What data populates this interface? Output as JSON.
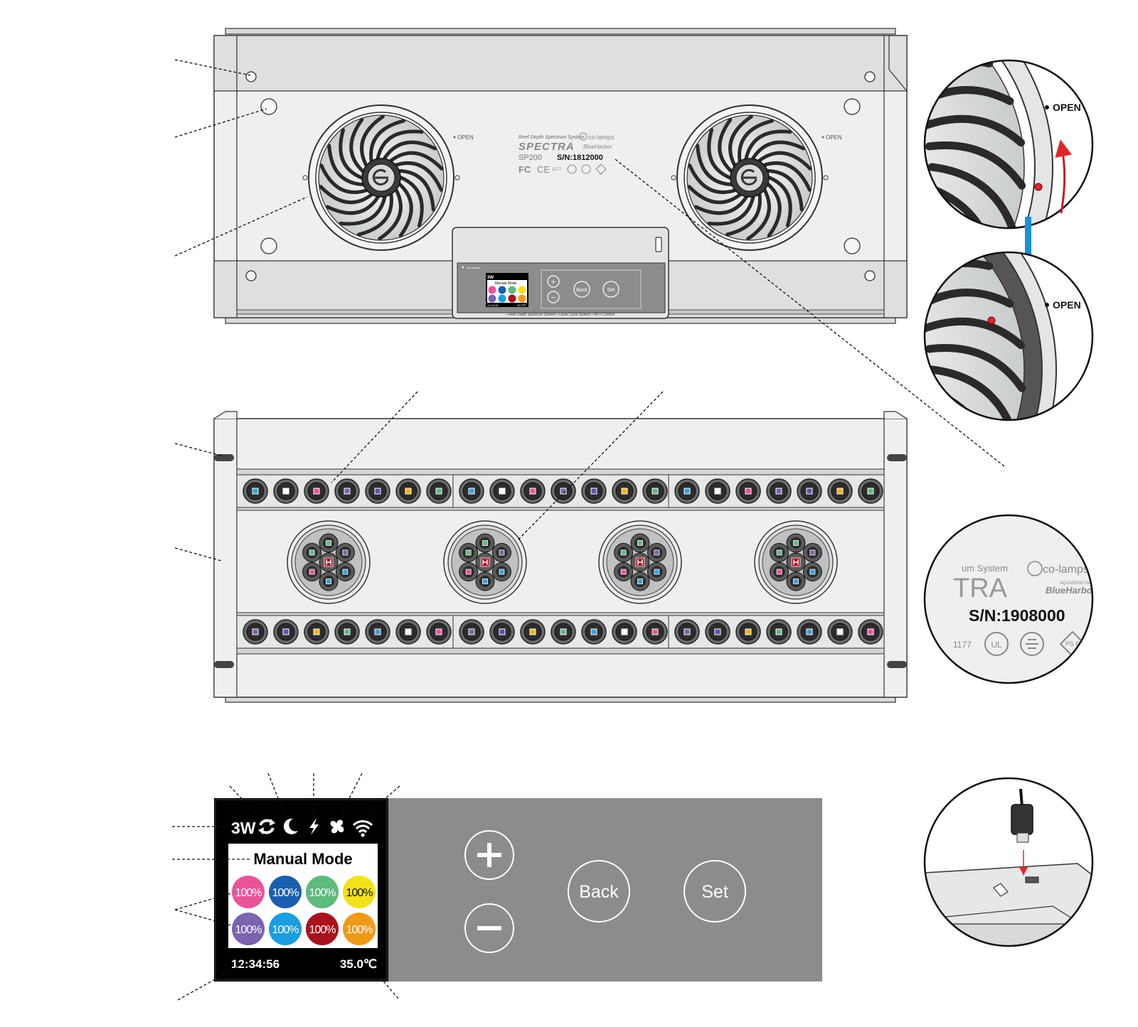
{
  "top_unit": {
    "fan_labels": {
      "left": "OPEN",
      "right": "OPEN"
    },
    "product_label": {
      "system": "Reef Depth Spectrum System",
      "brand": "SPECTRA",
      "model": "SP200",
      "serial": "S/N:1812000",
      "eco_logo": "co-lamps",
      "blueharbor": "BlueHarbor",
      "fcc": "FC",
      "ce": "CE",
      "ce_code": "1177",
      "ul": "UL",
      "pse": "PSE"
    },
    "panel": {
      "mini_screen": {
        "status": "3W",
        "mode": "Manual Mode",
        "time": "12:34:56",
        "temp": "35.0℃",
        "value": "100%"
      },
      "back": "Back",
      "set": "Set",
      "plus": "+",
      "minus": "−",
      "tagline": "• Reef Depth Spectrum System  • Lunar Cycle System  • Wi-Fi Control",
      "brand": "eco-lamps"
    }
  },
  "callouts": {
    "fan_open_1": "OPEN",
    "fan_open_2": "OPEN",
    "label_zoom": {
      "system_fragment": "um System",
      "brand_fragment": "TRA",
      "eco_logo": "co-lamps",
      "aquarium": "AQUARIUM FACTORY",
      "blueharbor": "BlueHarbor",
      "serial": "S/N:1908000",
      "ce_code": "1177",
      "ul": "UL",
      "pse": "PS E"
    }
  },
  "display": {
    "power": "3W",
    "mode": "Manual Mode",
    "time": "12:34:56",
    "temperature": "35.0℃",
    "channels": [
      {
        "value": "100%",
        "color": "#e8539a"
      },
      {
        "value": "100%",
        "color": "#1a5fb0"
      },
      {
        "value": "100%",
        "color": "#5fba7d"
      },
      {
        "value": "100%",
        "color": "#f1e21a"
      },
      {
        "value": "100%",
        "color": "#7b63ad"
      },
      {
        "value": "100%",
        "color": "#1a9ee0"
      },
      {
        "value": "100%",
        "color": "#a8121e"
      },
      {
        "value": "100%",
        "color": "#f09a1a"
      }
    ],
    "icons": [
      "cycle-icon",
      "moon-icon",
      "lightning-icon",
      "fan-icon",
      "wifi-icon"
    ],
    "buttons": {
      "plus": "+",
      "minus": "−",
      "back": "Back",
      "set": "Set"
    }
  },
  "colors": {
    "panel_gray": "#8c8c8c",
    "body_gray": "#eeefef",
    "red_marker": "#e0262b",
    "blue_arrow": "#1a8fd6"
  }
}
